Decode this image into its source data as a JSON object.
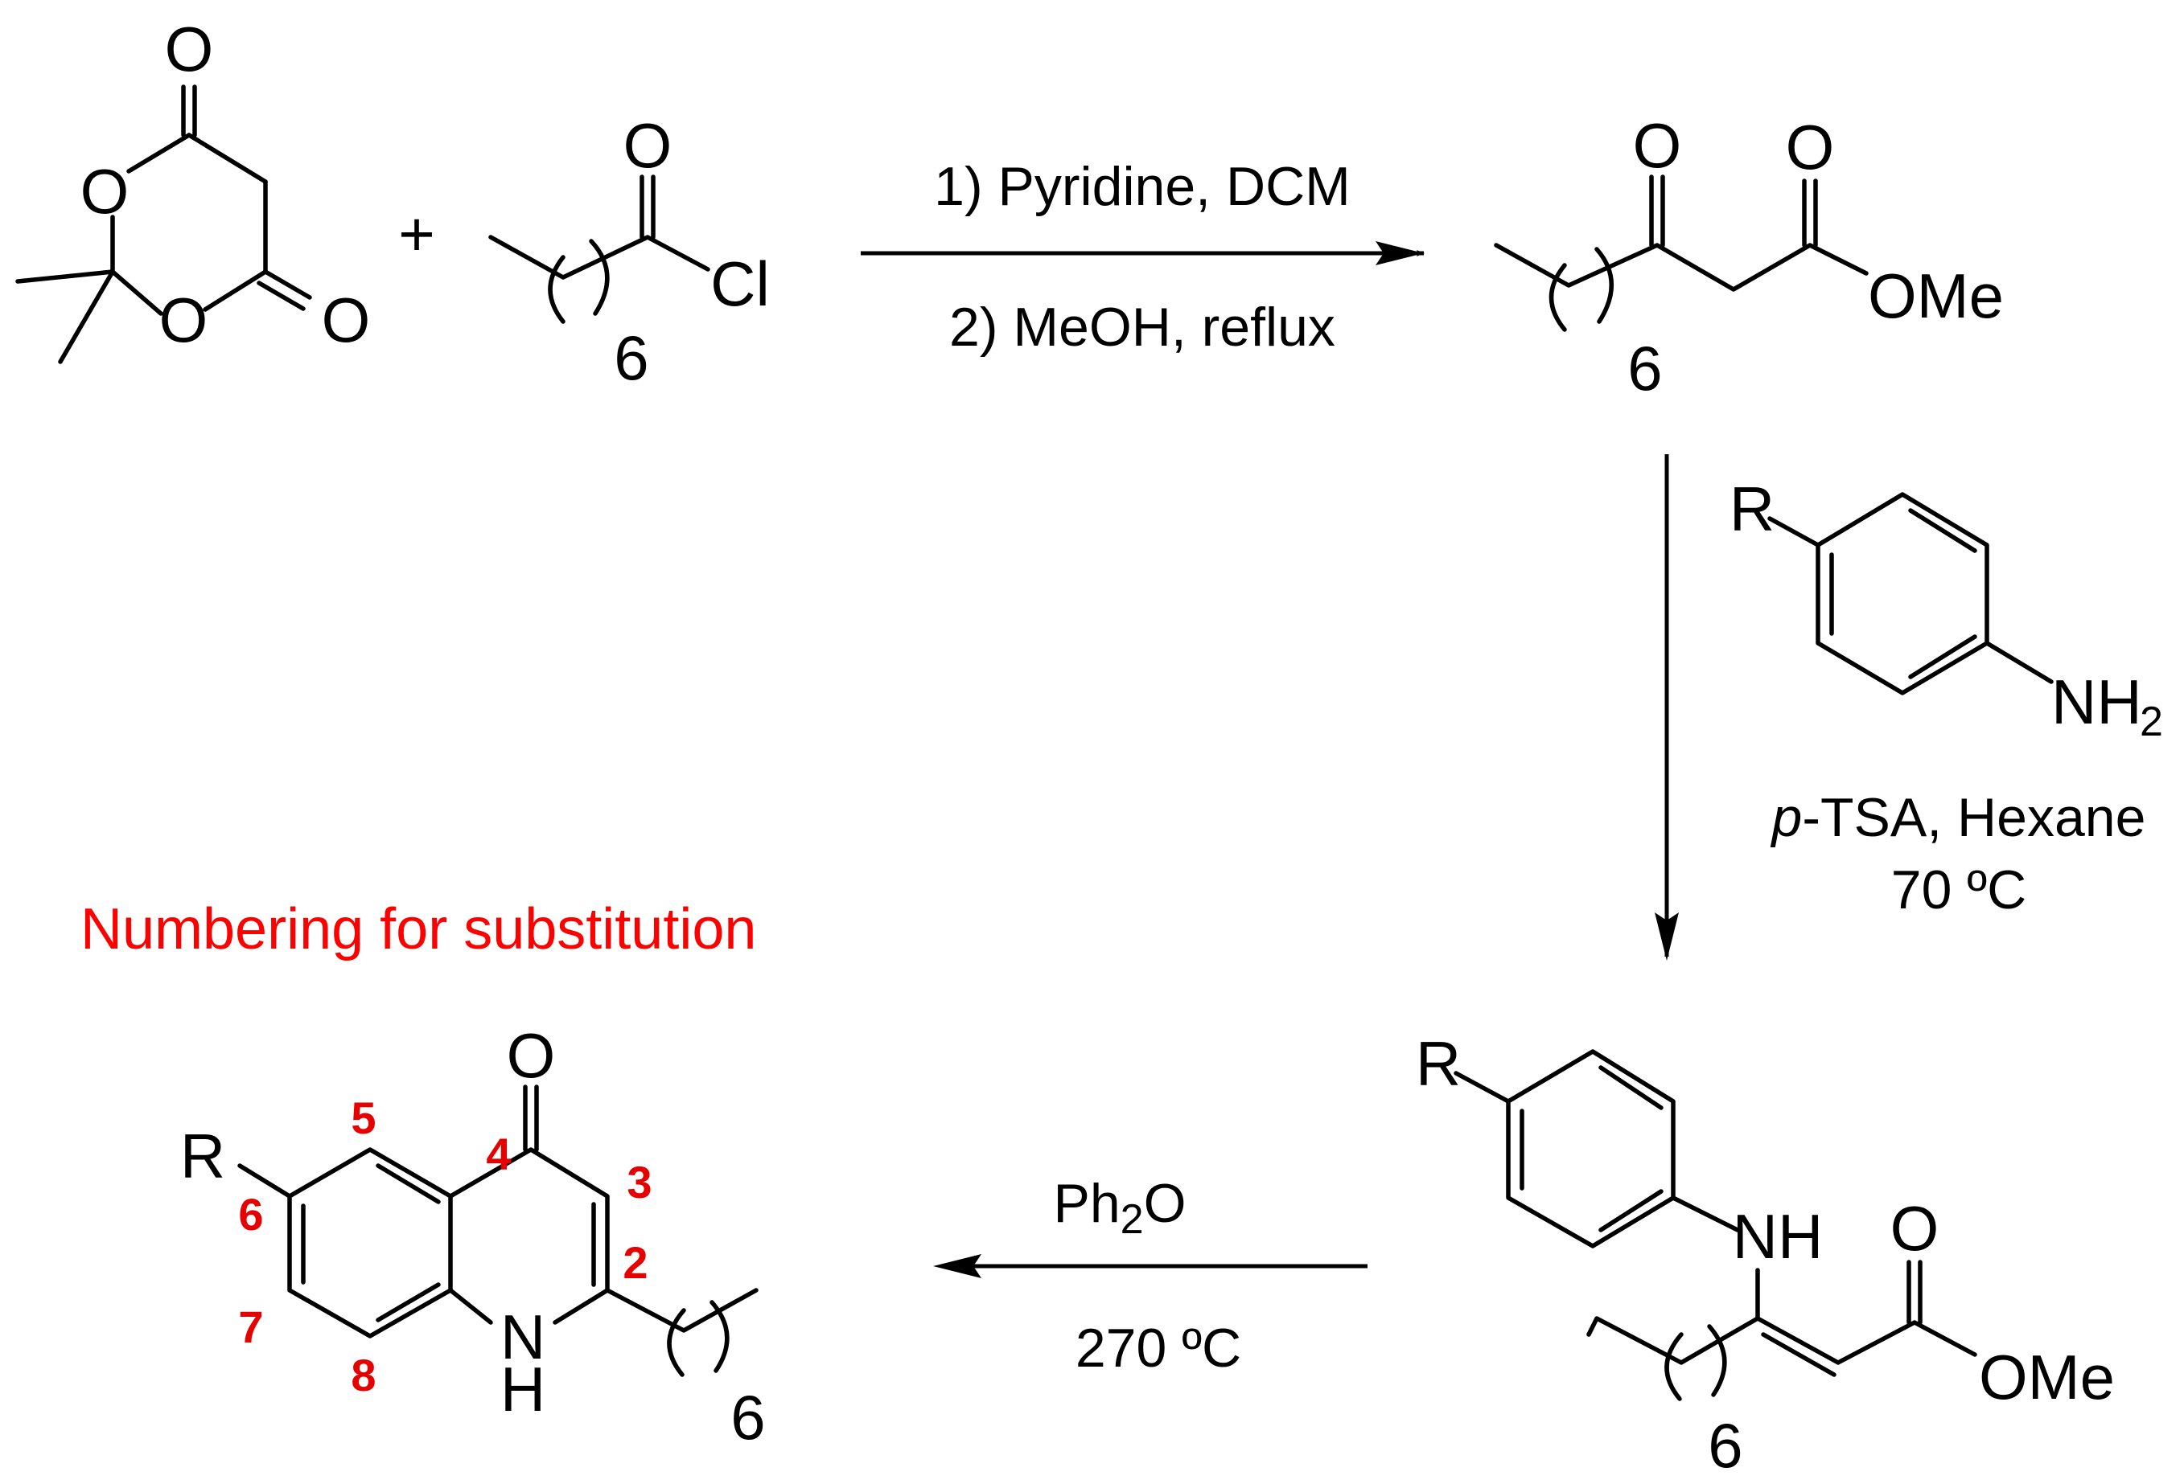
{
  "scheme": {
    "plus": "+",
    "step1": {
      "line1": "1) Pyridine, DCM",
      "line2": "2) MeOH, reflux"
    },
    "step2": {
      "reagent_prefix": "p",
      "reagent_rest": "-TSA, Hexane",
      "temperature": "70 ºC"
    },
    "step3": {
      "solvent_main": "Ph",
      "solvent_sub": "2",
      "solvent_tail": "O",
      "temperature": "270 ºC"
    },
    "caption": "Numbering for substitution"
  },
  "atoms": {
    "O": "O",
    "Cl": "Cl",
    "OMe": "OMe",
    "R": "R",
    "NH2_main": "NH",
    "NH2_sub": "2",
    "NH": "NH",
    "N": "N",
    "H": "H",
    "chain_count": "6"
  },
  "numbering": {
    "n2": "2",
    "n3": "3",
    "n4": "4",
    "n5": "5",
    "n6": "6",
    "n7": "7",
    "n8": "8"
  },
  "colors": {
    "bond": "#000000",
    "caption": "#ff0000",
    "numbering": "#e60000"
  }
}
